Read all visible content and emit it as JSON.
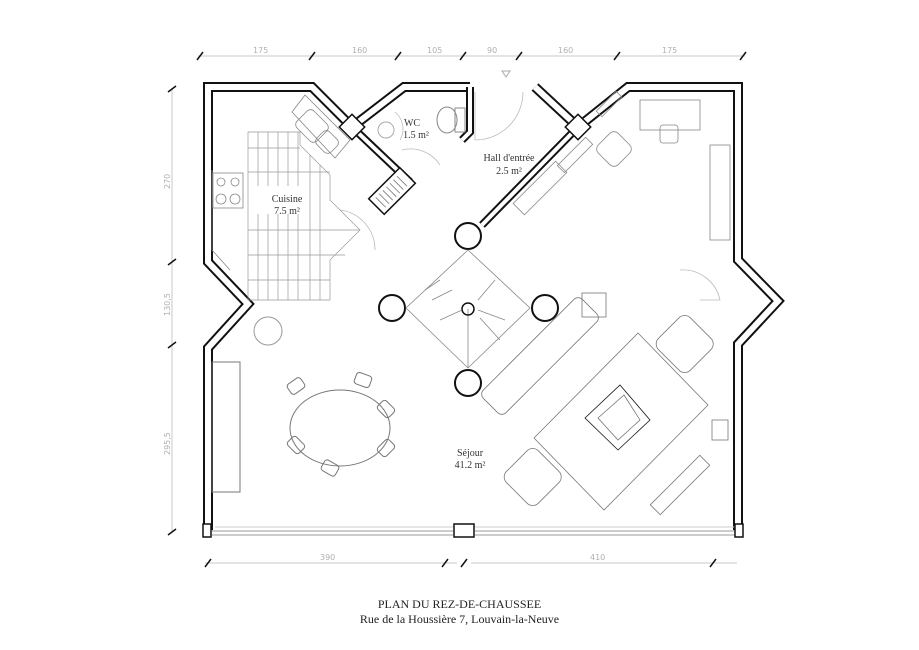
{
  "dimensions": {
    "top": [
      "175",
      "160",
      "105",
      "90",
      "160",
      "175"
    ],
    "left": [
      "270",
      "130,5",
      "295,5"
    ],
    "bottom": [
      "390",
      "410"
    ]
  },
  "rooms": {
    "wc": {
      "name": "WC",
      "area": "1.5 m²"
    },
    "hall": {
      "name": "Hall d'entrée",
      "area": "2.5 m²"
    },
    "kitchen": {
      "name": "Cuisine",
      "area": "7.5 m²"
    },
    "living": {
      "name": "Séjour",
      "area": "41.2 m²"
    }
  },
  "caption": {
    "title": "PLAN DU REZ-DE-CHAUSSEE",
    "address": "Rue de la Houssière 7, Louvain-la-Neuve"
  }
}
